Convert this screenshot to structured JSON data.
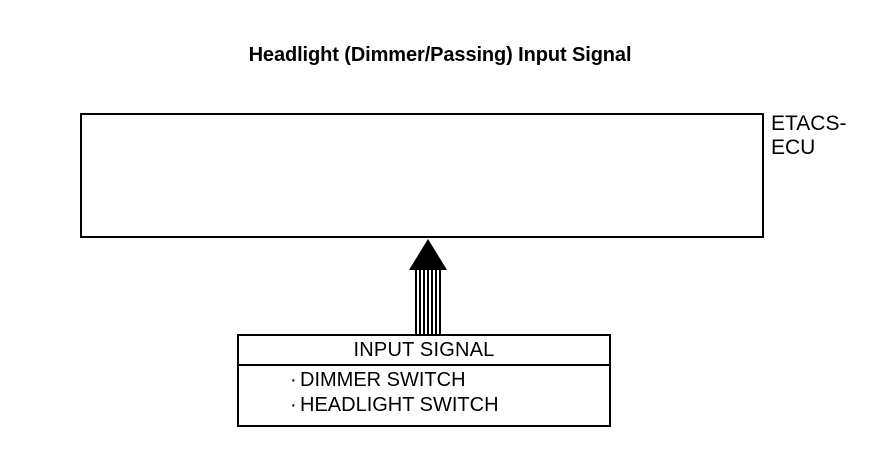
{
  "title": "Headlight (Dimmer/Passing) Input Signal",
  "ecu": {
    "label_line1": "ETACS-",
    "label_line2": "ECU"
  },
  "arrow": {
    "direction": "up",
    "style": "hatched-shaft-solid-head"
  },
  "input_signal": {
    "header": "INPUT SIGNAL",
    "items": [
      {
        "bullet": "·",
        "label": "DIMMER SWITCH"
      },
      {
        "bullet": "·",
        "label": "HEADLIGHT SWITCH"
      }
    ]
  },
  "colors": {
    "stroke": "#000000",
    "background": "#ffffff"
  }
}
